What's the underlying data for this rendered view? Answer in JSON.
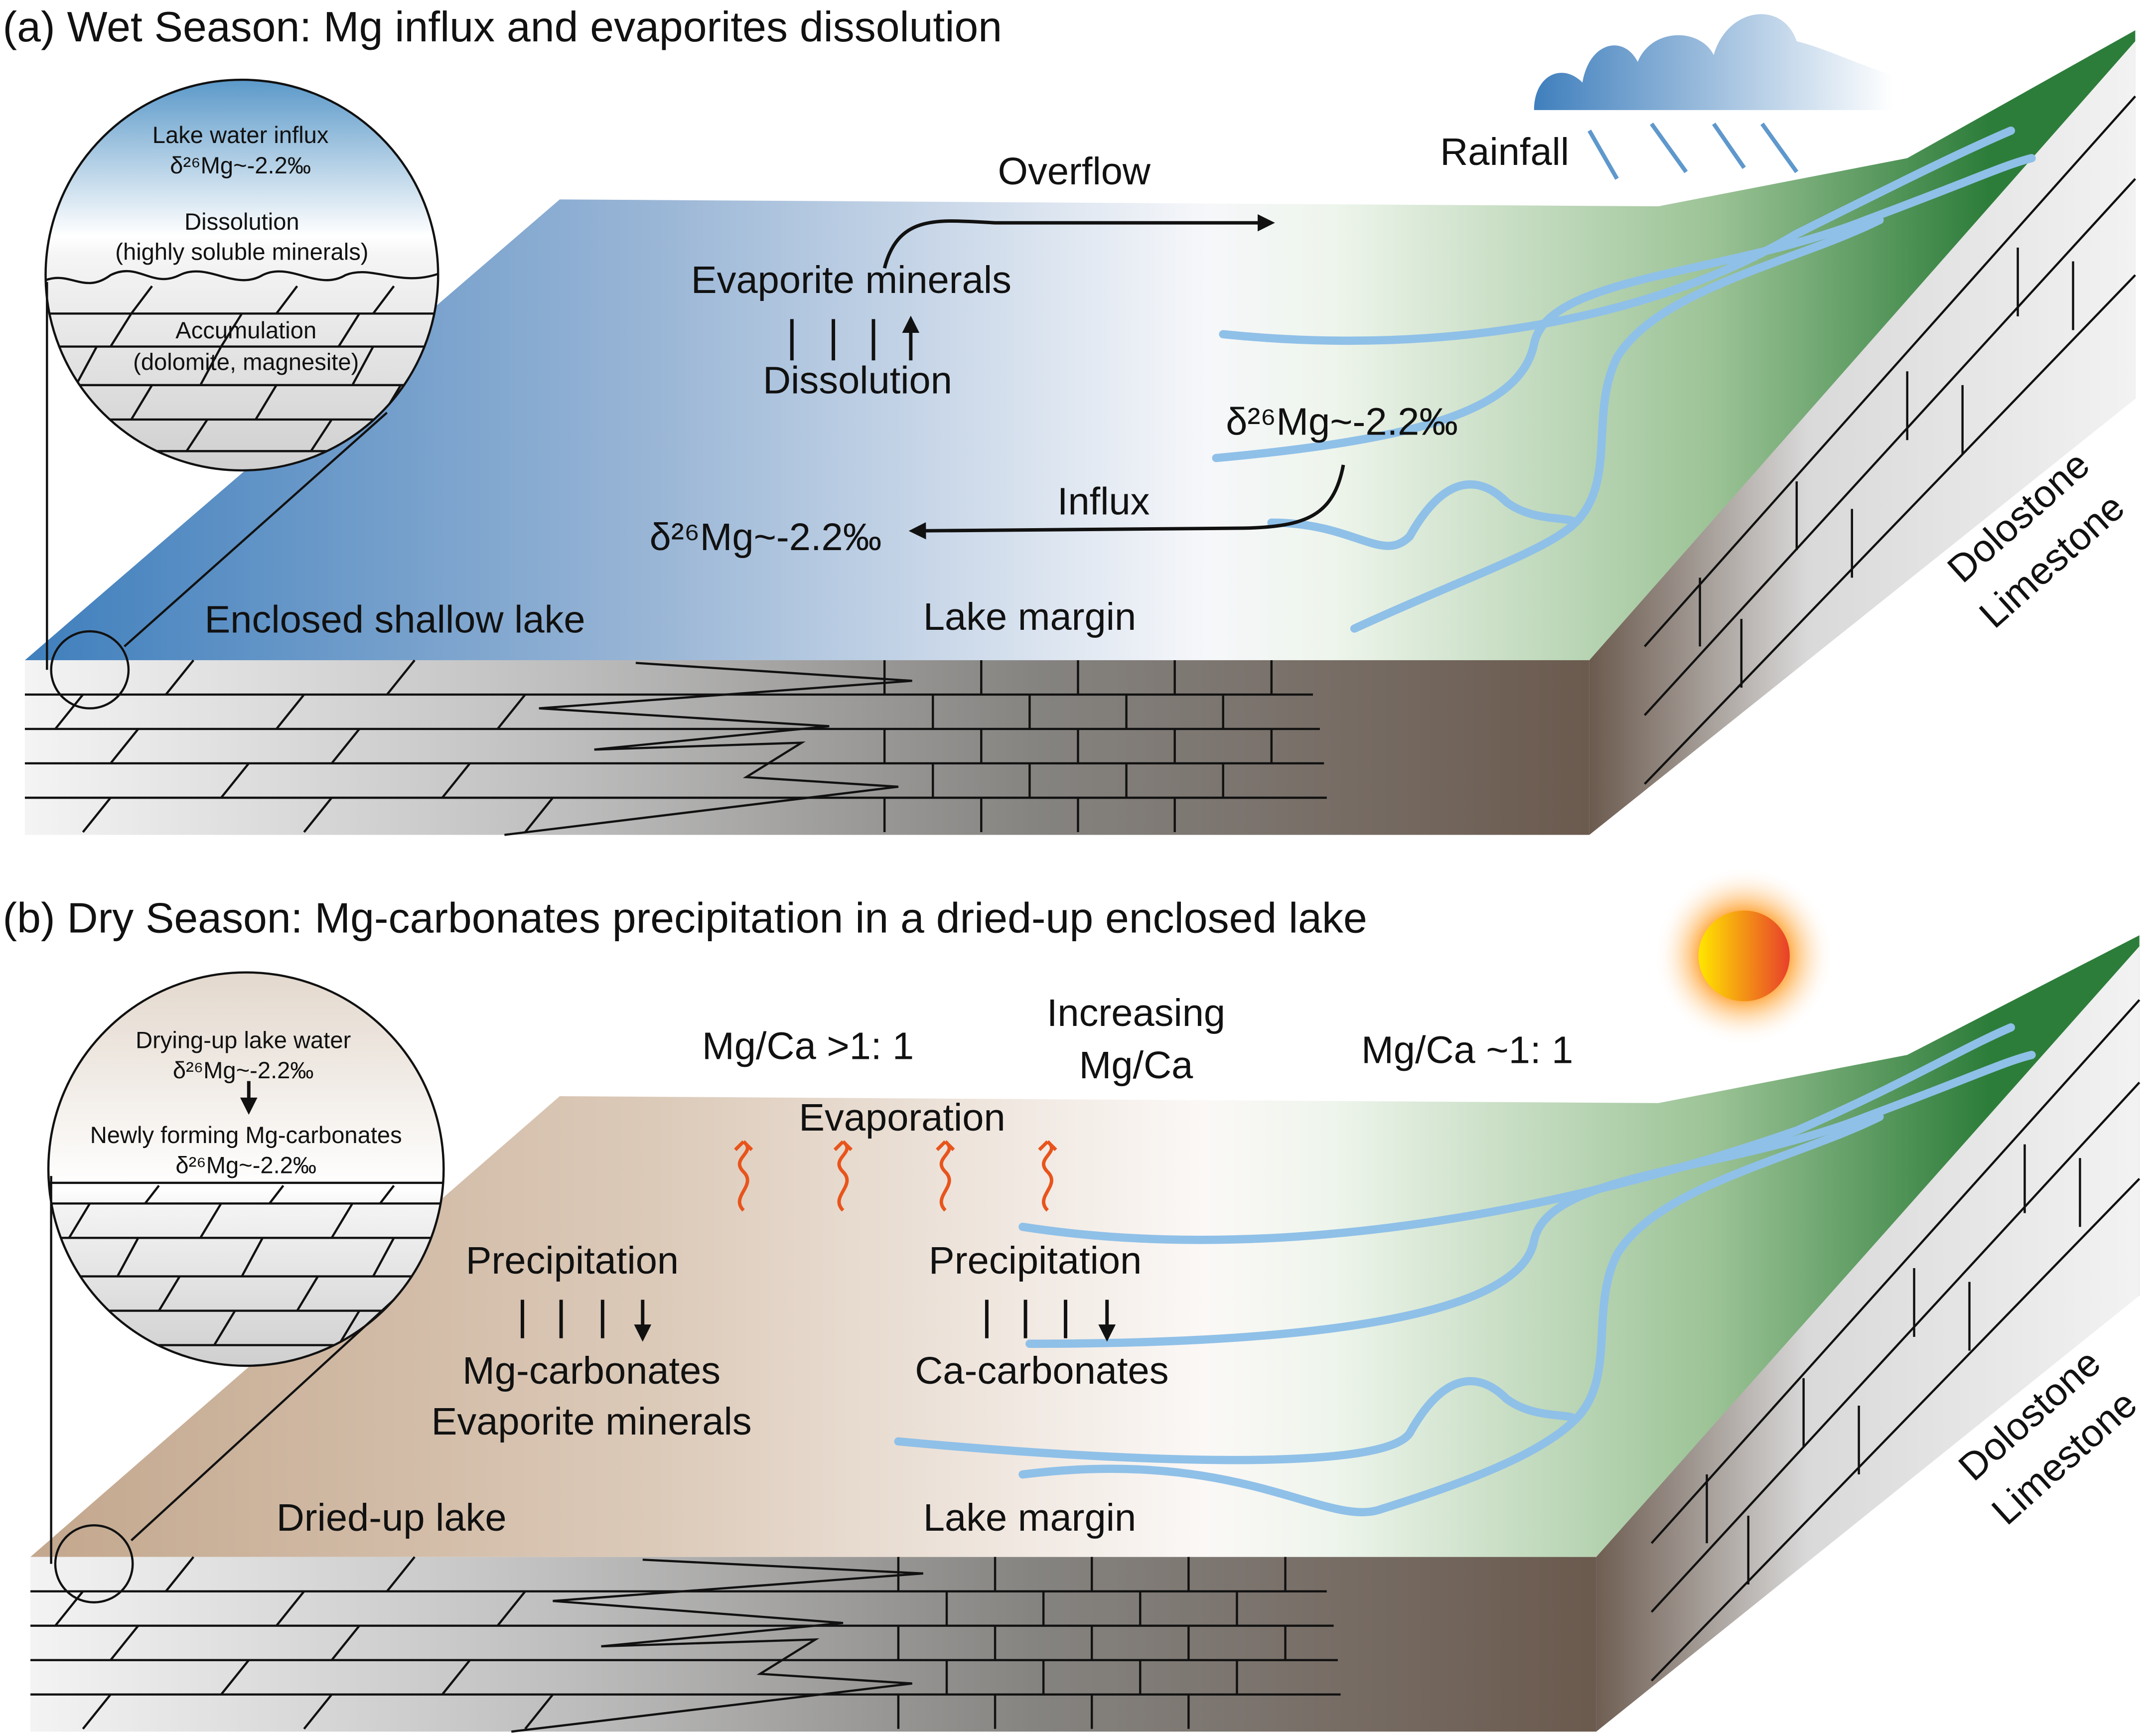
{
  "panel_a": {
    "title": "(a) Wet Season: Mg influx and evaporites dissolution",
    "inset": {
      "line1": "Lake water influx",
      "line2": "δ²⁶Mg~-2.2‰",
      "line3": "Dissolution",
      "line4": "(highly soluble minerals)",
      "line5": "Accumulation",
      "line6": "(dolomite, magnesite)"
    },
    "overflow": "Overflow",
    "rainfall": "Rainfall",
    "evaporite_minerals": "Evaporite minerals",
    "dissolution": "Dissolution",
    "delta_river": "δ²⁶Mg~-2.2‰",
    "influx": "Influx",
    "delta_lake": "δ²⁶Mg~-2.2‰",
    "enclosed_lake": "Enclosed shallow lake",
    "lake_margin": "Lake margin",
    "dolostone": "Dolostone",
    "limestone": "Limestone"
  },
  "panel_b": {
    "title": "(b) Dry Season: Mg-carbonates precipitation in a dried-up enclosed lake",
    "inset": {
      "line1": "Drying-up lake water",
      "line2": "δ²⁶Mg~-2.2‰",
      "line3": "Newly forming Mg-carbonates",
      "line4": "δ²⁶Mg~-2.2‰"
    },
    "mgca_high": "Mg/Ca >1: 1",
    "increasing1": "Increasing",
    "increasing2": "Mg/Ca",
    "mgca_equal": "Mg/Ca ~1: 1",
    "evaporation": "Evaporation",
    "precipitation_left": "Precipitation",
    "mg_carbonates": "Mg-carbonates",
    "evaporite_minerals": "Evaporite minerals",
    "precipitation_right": "Precipitation",
    "ca_carbonates": "Ca-carbonates",
    "dried_lake": "Dried-up lake",
    "lake_margin": "Lake margin",
    "dolostone": "Dolostone",
    "limestone": "Limestone"
  },
  "colors": {
    "lake_blue": "#3f7fbd",
    "dry_lake": "#c8ad94",
    "land_green": "#2d7d3a",
    "river": "#8fc0e8",
    "rock_brown": "#6b5a4e",
    "evaporation": "#e8541c"
  }
}
